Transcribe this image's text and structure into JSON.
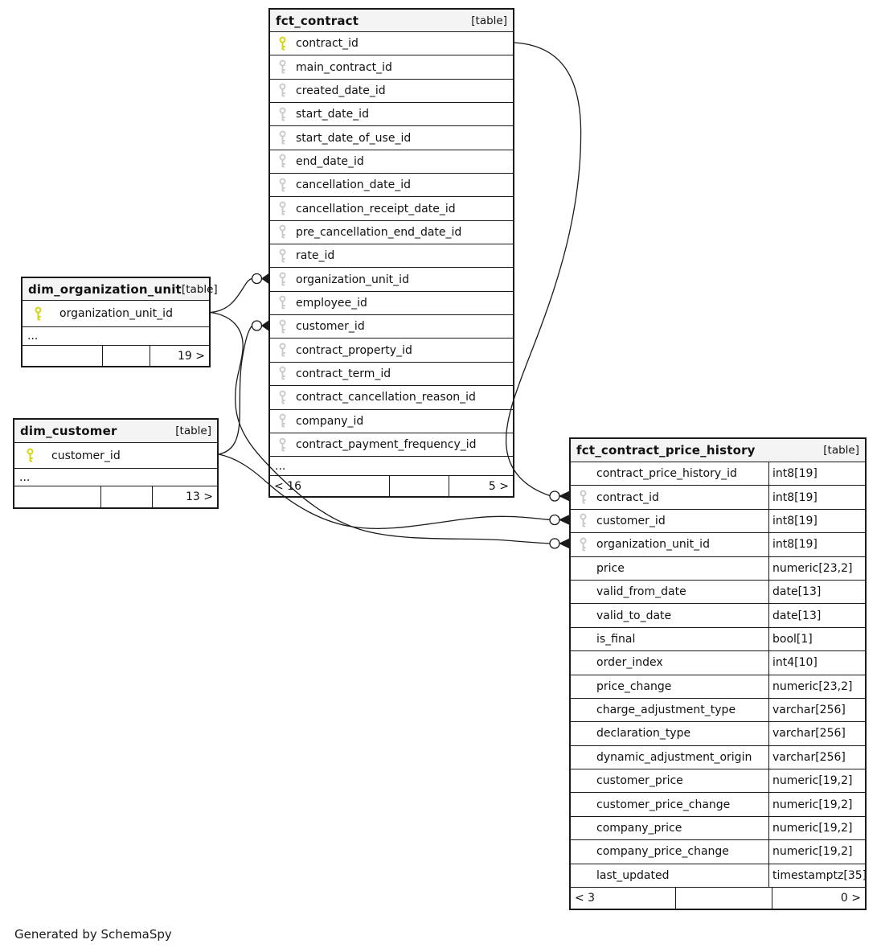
{
  "diagram": {
    "generated_by": "Generated by SchemaSpy",
    "node_badge": "[table]",
    "colors": {
      "primary_key": "#d4d404",
      "foreign_key": "#c9c9c9",
      "border": "#1a1a1a",
      "header_bg": "#f4f4f4"
    }
  },
  "tables": [
    {
      "id": "fct_contract",
      "name": "fct_contract",
      "badge": "[table]",
      "columns": [
        {
          "name": "contract_id",
          "key": "primary"
        },
        {
          "name": "main_contract_id",
          "key": "foreign"
        },
        {
          "name": "created_date_id",
          "key": "foreign"
        },
        {
          "name": "start_date_id",
          "key": "foreign"
        },
        {
          "name": "start_date_of_use_id",
          "key": "foreign"
        },
        {
          "name": "end_date_id",
          "key": "foreign"
        },
        {
          "name": "cancellation_date_id",
          "key": "foreign"
        },
        {
          "name": "cancellation_receipt_date_id",
          "key": "foreign"
        },
        {
          "name": "pre_cancellation_end_date_id",
          "key": "foreign"
        },
        {
          "name": "rate_id",
          "key": "foreign"
        },
        {
          "name": "organization_unit_id",
          "key": "foreign"
        },
        {
          "name": "employee_id",
          "key": "foreign"
        },
        {
          "name": "customer_id",
          "key": "foreign"
        },
        {
          "name": "contract_property_id",
          "key": "foreign"
        },
        {
          "name": "contract_term_id",
          "key": "foreign"
        },
        {
          "name": "contract_cancellation_reason_id",
          "key": "foreign"
        },
        {
          "name": "company_id",
          "key": "foreign"
        },
        {
          "name": "contract_payment_frequency_id",
          "key": "foreign"
        }
      ],
      "ellipsis": "...",
      "footer": {
        "left": "< 16",
        "middle": "",
        "right": "5 >"
      }
    },
    {
      "id": "dim_organization_unit",
      "name": "dim_organization_unit",
      "badge": "[table]",
      "columns": [
        {
          "name": "organization_unit_id",
          "key": "primary"
        }
      ],
      "ellipsis": "...",
      "footer": {
        "left": "",
        "middle": "",
        "right": "19 >"
      }
    },
    {
      "id": "dim_customer",
      "name": "dim_customer",
      "badge": "[table]",
      "columns": [
        {
          "name": "customer_id",
          "key": "primary"
        }
      ],
      "ellipsis": "...",
      "footer": {
        "left": "",
        "middle": "",
        "right": "13 >"
      }
    },
    {
      "id": "fct_contract_price_history",
      "name": "fct_contract_price_history",
      "badge": "[table]",
      "columns": [
        {
          "name": "contract_price_history_id",
          "type": "int8[19]",
          "key": "none"
        },
        {
          "name": "contract_id",
          "type": "int8[19]",
          "key": "foreign"
        },
        {
          "name": "customer_id",
          "type": "int8[19]",
          "key": "foreign"
        },
        {
          "name": "organization_unit_id",
          "type": "int8[19]",
          "key": "foreign"
        },
        {
          "name": "price",
          "type": "numeric[23,2]",
          "key": "none"
        },
        {
          "name": "valid_from_date",
          "type": "date[13]",
          "key": "none"
        },
        {
          "name": "valid_to_date",
          "type": "date[13]",
          "key": "none"
        },
        {
          "name": "is_final",
          "type": "bool[1]",
          "key": "none"
        },
        {
          "name": "order_index",
          "type": "int4[10]",
          "key": "none"
        },
        {
          "name": "price_change",
          "type": "numeric[23,2]",
          "key": "none"
        },
        {
          "name": "charge_adjustment_type",
          "type": "varchar[256]",
          "key": "none"
        },
        {
          "name": "declaration_type",
          "type": "varchar[256]",
          "key": "none"
        },
        {
          "name": "dynamic_adjustment_origin",
          "type": "varchar[256]",
          "key": "none"
        },
        {
          "name": "customer_price",
          "type": "numeric[19,2]",
          "key": "none"
        },
        {
          "name": "customer_price_change",
          "type": "numeric[19,2]",
          "key": "none"
        },
        {
          "name": "company_price",
          "type": "numeric[19,2]",
          "key": "none"
        },
        {
          "name": "company_price_change",
          "type": "numeric[19,2]",
          "key": "none"
        },
        {
          "name": "last_updated",
          "type": "timestamptz[35]",
          "key": "none"
        }
      ],
      "ellipsis": null,
      "footer": {
        "left": "< 3",
        "middle": "",
        "right": "0 >"
      }
    }
  ],
  "relationships": [
    {
      "from": "dim_organization_unit.organization_unit_id",
      "to": "fct_contract.organization_unit_id"
    },
    {
      "from": "dim_organization_unit.organization_unit_id",
      "to": "fct_contract_price_history.organization_unit_id"
    },
    {
      "from": "dim_customer.customer_id",
      "to": "fct_contract.customer_id"
    },
    {
      "from": "dim_customer.customer_id",
      "to": "fct_contract_price_history.customer_id"
    },
    {
      "from": "fct_contract.contract_id",
      "to": "fct_contract_price_history.contract_id"
    }
  ]
}
